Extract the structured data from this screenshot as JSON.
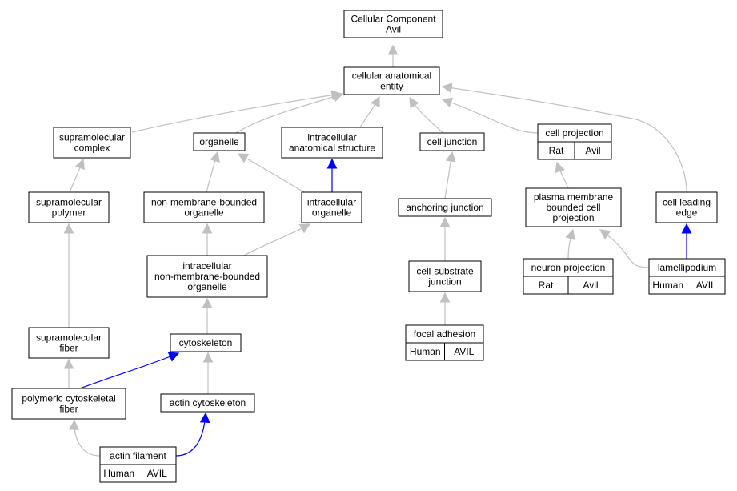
{
  "colors": {
    "edge_gray": "#c0c0c0",
    "edge_blue": "#0000ff",
    "rat_yellow": "#ffd700",
    "human_red": "#ff6347"
  },
  "nodes": {
    "root": [
      "Cellular Component",
      "Avil"
    ],
    "cae": [
      "cellular anatomical",
      "entity"
    ],
    "supramolecular_complex": [
      "supramolecular",
      "complex"
    ],
    "organelle": [
      "organelle"
    ],
    "intracellular_anatomical_structure": [
      "intracellular",
      "anatomical structure"
    ],
    "cell_junction": [
      "cell junction"
    ],
    "cell_projection": [
      "cell projection"
    ],
    "supramolecular_polymer": [
      "supramolecular",
      "polymer"
    ],
    "non_membrane_bounded_organelle": [
      "non-membrane-bounded",
      "organelle"
    ],
    "intracellular_organelle": [
      "intracellular",
      "organelle"
    ],
    "anchoring_junction": [
      "anchoring junction"
    ],
    "plasma_membrane_bounded_cell_projection": [
      "plasma membrane",
      "bounded cell",
      "projection"
    ],
    "cell_leading_edge": [
      "cell leading",
      "edge"
    ],
    "intracellular_non_membrane_bounded_organelle": [
      "intracellular",
      "non-membrane-bounded",
      "organelle"
    ],
    "cell_substrate_junction": [
      "cell-substrate",
      "junction"
    ],
    "neuron_projection": [
      "neuron projection"
    ],
    "lamellipodium": [
      "lamellipodium"
    ],
    "focal_adhesion": [
      "focal adhesion"
    ],
    "supramolecular_fiber": [
      "supramolecular",
      "fiber"
    ],
    "cytoskeleton": [
      "cytoskeleton"
    ],
    "polymeric_cytoskeletal_fiber": [
      "polymeric cytoskeletal",
      "fiber"
    ],
    "actin_cytoskeleton": [
      "actin cytoskeleton"
    ],
    "actin_filament": [
      "actin filament"
    ]
  },
  "annotations": {
    "cell_projection": [
      "Rat",
      "Avil"
    ],
    "neuron_projection": [
      "Rat",
      "Avil"
    ],
    "lamellipodium": [
      "Human",
      "AVIL"
    ],
    "focal_adhesion": [
      "Human",
      "AVIL"
    ],
    "actin_filament": [
      "Human",
      "AVIL"
    ]
  }
}
